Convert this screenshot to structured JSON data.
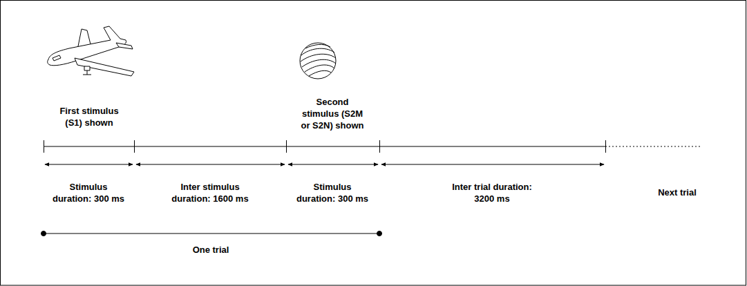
{
  "diagram": {
    "labels": [
      "First stimulus (S1) shown",
      "Second stimulus (S2M or S2N) shown",
      "Stimulus duration: 300 ms",
      "Inter stimulus duration: 1600 ms",
      "Stimulus duration: 300 ms",
      "Inter trial duration: 3200 ms",
      "Next trial",
      "One trial"
    ]
  }
}
